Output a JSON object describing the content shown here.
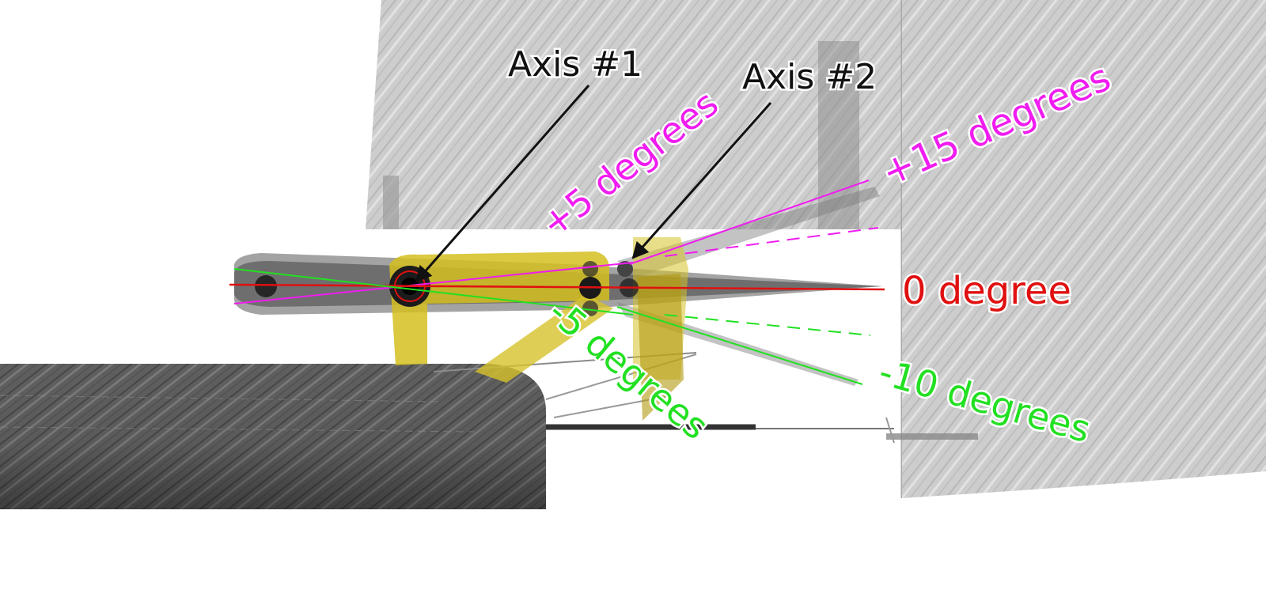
{
  "labels": {
    "axis1": "Axis #1",
    "axis2": "Axis #2",
    "plus5": "+5 degrees",
    "plus15": "+15 degrees",
    "zero": "0 degree",
    "minus5": "-5 degrees",
    "minus10": "-10 degrees"
  },
  "colors": {
    "magenta": "#f01cf0",
    "green": "#22e022",
    "red": "#e01010",
    "yellow": "#d6c22a",
    "gray_panel": "#cfcfcf",
    "dark_stab": "#5c5c5c",
    "label_black": "#111111"
  },
  "angle_lines_degrees": [
    15,
    5,
    0,
    -5,
    -10
  ]
}
